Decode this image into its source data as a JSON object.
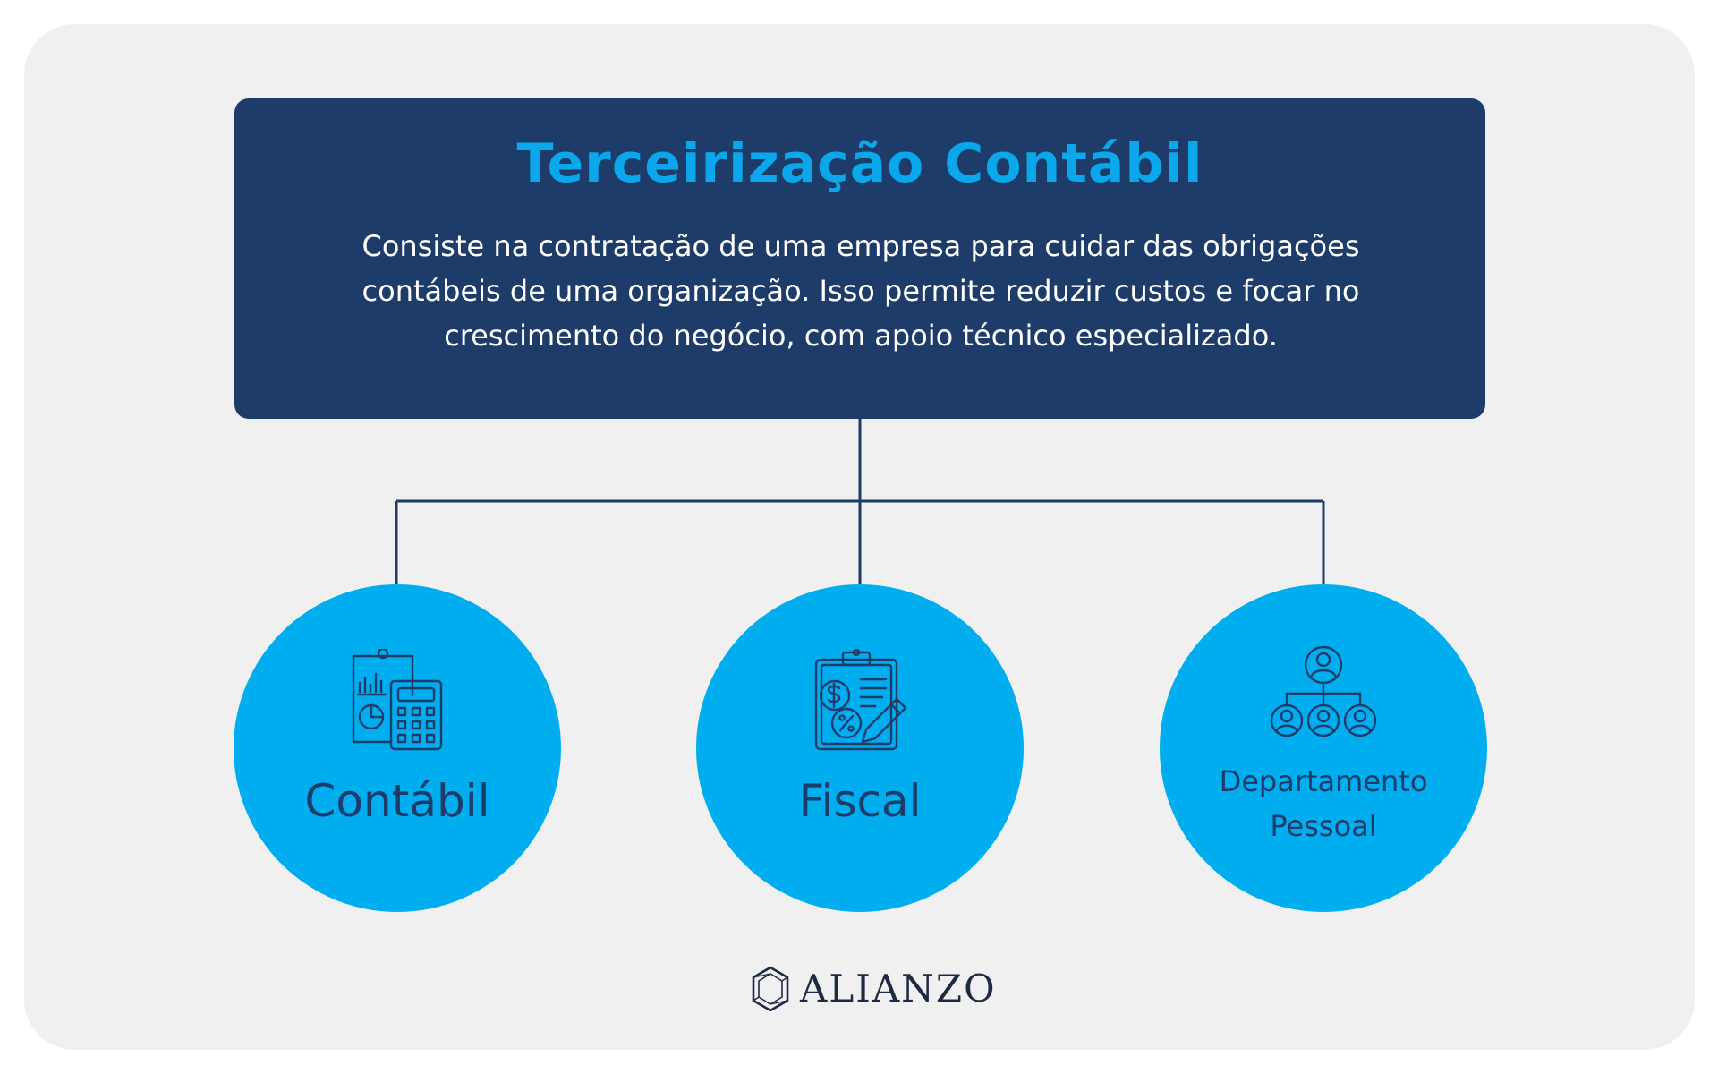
{
  "header": {
    "title": "Terceirização Contábil",
    "description_lines": [
      "Consiste na contratação de uma empresa para cuidar das obrigações",
      "contábeis de uma organização. Isso permite reduzir custos e focar no",
      "crescimento do negócio, com apoio técnico especializado."
    ]
  },
  "nodes": [
    {
      "label": "Contábil",
      "icon": "calculator-chart-icon"
    },
    {
      "label": "Fiscal",
      "icon": "tax-document-icon"
    },
    {
      "label_lines": [
        "Departamento",
        "Pessoal"
      ],
      "icon": "org-chart-people-icon"
    }
  ],
  "logo": {
    "text": "ALIANZO"
  },
  "colors": {
    "background": "#f0f0f1",
    "header_bg": "#1e3c6a",
    "title": "#0aa7ea",
    "circle": "#00adee",
    "ink": "#1e3c6a"
  }
}
